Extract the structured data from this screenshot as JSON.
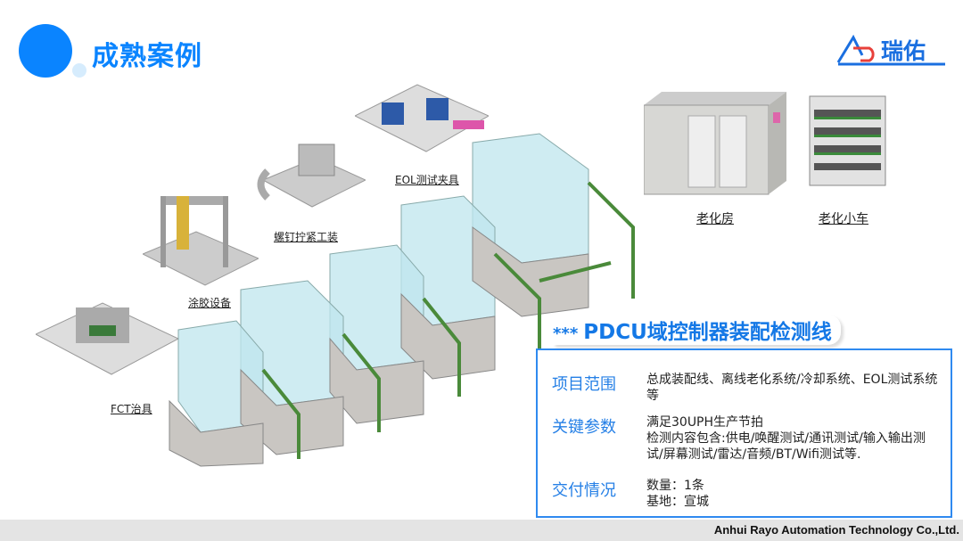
{
  "header": {
    "title": "成熟案例",
    "logo_text": "瑞佑"
  },
  "equipment_labels": {
    "fct": "FCT治具",
    "glue": "涂胶设备",
    "screw": "螺钉拧紧工装",
    "eol": "EOL测试夹具",
    "aging_room": "老化房",
    "aging_cart": "老化小车"
  },
  "project": {
    "stars": "***",
    "name": "PDCU域控制器装配检测线",
    "rows": [
      {
        "key": "项目范围",
        "value": "总成装配线、离线老化系统/冷却系统、EOL测试系统等"
      },
      {
        "key": "关键参数",
        "value": "满足30UPH生产节拍\n检测内容包含:供电/唤醒测试/通讯测试/输入输出测试/屏幕测试/雷达/音频/BT/Wifi测试等."
      },
      {
        "key": "交付情况",
        "value": "数量：1条\n基地：宣城"
      }
    ]
  },
  "footer": {
    "company": "Anhui Rayo Automation Technology Co.,Ltd."
  },
  "colors": {
    "accent": "#0a84ff",
    "box_border": "#2f8af0",
    "footer_bg": "#e4e4e4"
  }
}
